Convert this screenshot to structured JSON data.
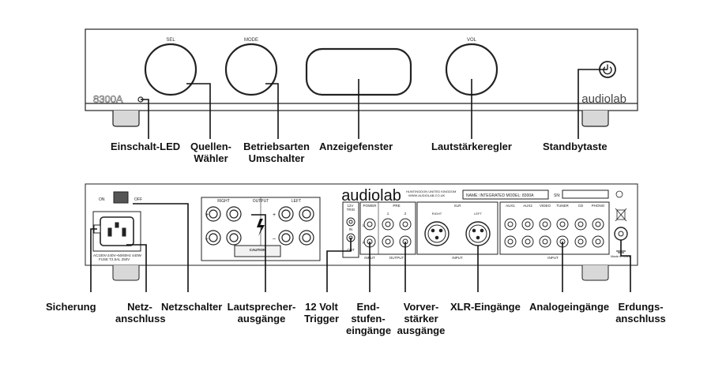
{
  "front": {
    "model": "8300A",
    "brand": "audiolab",
    "knob_labels": {
      "sel": "SEL",
      "mode": "MODE",
      "vol": "VOL"
    },
    "callouts": [
      "Einschalt-LED",
      "Quellen-\nWähler",
      "Betriebsarten\nUmschalter",
      "Anzeigefenster",
      "Lautstärkeregler",
      "Standbytaste"
    ]
  },
  "rear": {
    "brand": "audiolab",
    "address": "HUNTINGDON UNITED KINGDOM\nWWW.AUDIOLAB.CO.UK",
    "name_plate": "NAME: INTEGRATED    MODEL: 8300A",
    "sn_label": "SN:",
    "power_labels": {
      "on": "ON",
      "off": "OFF"
    },
    "mains_text": "AC100V-240V~50/60Hz 440W\nFUSE T2.5AL 250V",
    "output_labels": {
      "right": "RIGHT",
      "output": "OUTPUT",
      "left": "LEFT",
      "caution": "CAUTION"
    },
    "trigger_labels": {
      "title": "12V\nTRIG",
      "in": "IN",
      "out": "OUT"
    },
    "section_labels": {
      "power": "POWER",
      "pre": "PRE",
      "pre1": "1",
      "pre2": "2",
      "xlr": "XLR",
      "xlr_right": "RIGHT",
      "xlr_left": "LEFT",
      "input": "INPUT",
      "output": "OUTPUT"
    },
    "analog_labels": [
      "AUX1",
      "AUX2",
      "VIDEO",
      "TUNER",
      "CD",
      "PHONO"
    ],
    "channel_marks": {
      "l": "L",
      "r": "R"
    },
    "made_in": "Made in China",
    "callouts": [
      "Sicherung",
      "Netz-\nanschluss",
      "Netzschalter",
      "Lautsprecher-\nausgänge",
      "12 Volt\nTrigger",
      "End-\nstufen-\neingänge",
      "Vorver-\nstärker\nausgänge",
      "XLR-Eingänge",
      "Analogeingänge",
      "Erdungs-\nanschluss"
    ]
  }
}
